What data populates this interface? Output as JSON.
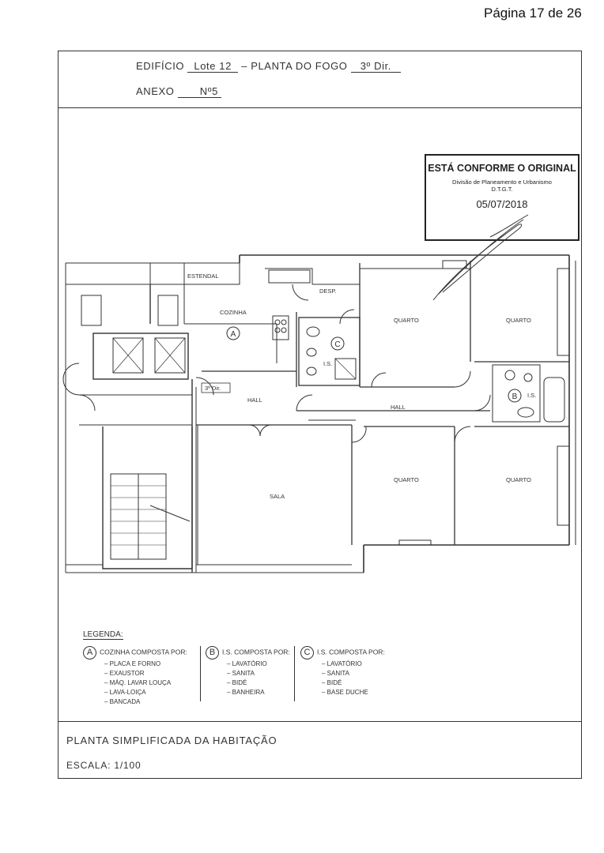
{
  "page_label": "Página 17 de 26",
  "header": {
    "line1_prefix": "EDIFÍCIO",
    "lot": "Lote 12",
    "line1_mid": "– PLANTA DO FOGO",
    "floor": "3º Dir.",
    "line2_prefix": "ANEXO",
    "annex_no": "Nº5"
  },
  "stamp": {
    "title": "ESTÁ CONFORME O ORIGINAL",
    "dept": "Divisão de Planeamento e Urbanismo",
    "unit": "D.T.G.T.",
    "date": "05/07/2018"
  },
  "plan": {
    "estendal": "ESTENDAL",
    "cozinha": "COZINHA",
    "desp": "DESP.",
    "quarto1": "QUARTO",
    "quarto2": "QUARTO",
    "quarto3": "QUARTO",
    "quarto4": "QUARTO",
    "is1": "I.S.",
    "is2": "I.S.",
    "hall1": "HALL",
    "hall2": "HALL",
    "sala": "SALA",
    "dir_tag": "3º Dir.",
    "mark_a": "A",
    "mark_b": "B",
    "mark_c": "C"
  },
  "legend": {
    "title": "LEGENDA:",
    "a": {
      "mark": "A",
      "heading": "COZINHA COMPOSTA POR:",
      "items": [
        "– PLACA E FORNO",
        "– EXAUSTOR",
        "– MÁQ. LAVAR LOUÇA",
        "– LAVA-LOIÇA",
        "– BANCADA"
      ]
    },
    "b": {
      "mark": "B",
      "heading": "I.S. COMPOSTA POR:",
      "items": [
        "– LAVATÓRIO",
        "– SANITA",
        "– BIDÉ",
        "– BANHEIRA"
      ]
    },
    "c": {
      "mark": "C",
      "heading": "I.S. COMPOSTA POR:",
      "items": [
        "– LAVATÓRIO",
        "– SANITA",
        "– BIDÉ",
        "– BASE DUCHE"
      ]
    }
  },
  "footer": {
    "title": "PLANTA SIMPLIFICADA DA HABITAÇÃO",
    "scale": "ESCALA: 1/100"
  }
}
